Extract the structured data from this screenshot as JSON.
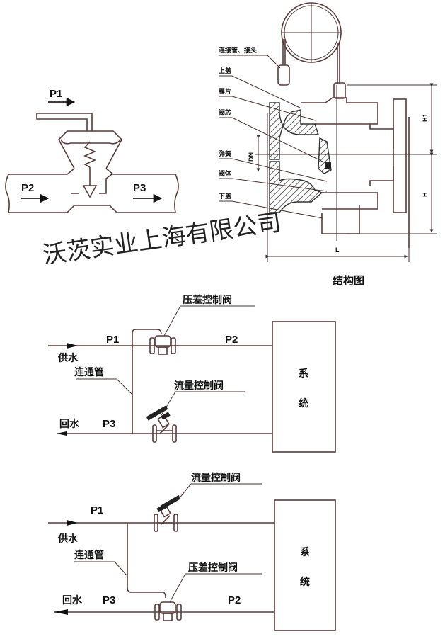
{
  "principle_diagram": {
    "labels": {
      "p1": "P1",
      "p2": "P2",
      "p3": "P3"
    }
  },
  "structure_diagram": {
    "title": "结构图",
    "part_labels": [
      "连接管、接头",
      "上盖",
      "膜片",
      "阀芯",
      "弹簧",
      "阀体",
      "下盖"
    ],
    "dimension_labels": {
      "dn": "DN",
      "h1": "H1",
      "h": "H",
      "l": "L"
    }
  },
  "watermark": "沃茨实业上海有限公司",
  "system_diagram_1": {
    "supply_label": "供水",
    "return_label": "回水",
    "bypass_label": "连通管",
    "p1": "P1",
    "p2": "P2",
    "p3": "P3",
    "top_valve_label": "压差控制阀",
    "bottom_valve_label": "流量控制阀",
    "system_label_1": "系",
    "system_label_2": "统"
  },
  "system_diagram_2": {
    "supply_label": "供水",
    "return_label": "回水",
    "bypass_label": "连通管",
    "p1": "P1",
    "p2": "P2",
    "p3": "P3",
    "top_valve_label": "流量控制阀",
    "bottom_valve_label": "压差控制阀",
    "system_label_1": "系",
    "system_label_2": "统"
  }
}
